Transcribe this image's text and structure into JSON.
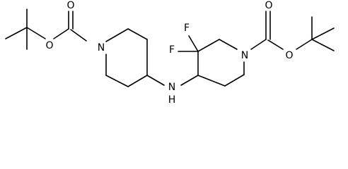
{
  "atoms": {
    "n_left": "N",
    "n_right": "N",
    "nh": "N",
    "h": "H",
    "o_left_carbonyl": "O",
    "o_left_ester": "O",
    "o_right_carbonyl": "O",
    "o_right_ester": "O",
    "f_top": "F",
    "f_mid": "F"
  },
  "colors": {
    "bond": "#000000",
    "text": "#000000",
    "background": "#ffffff"
  }
}
